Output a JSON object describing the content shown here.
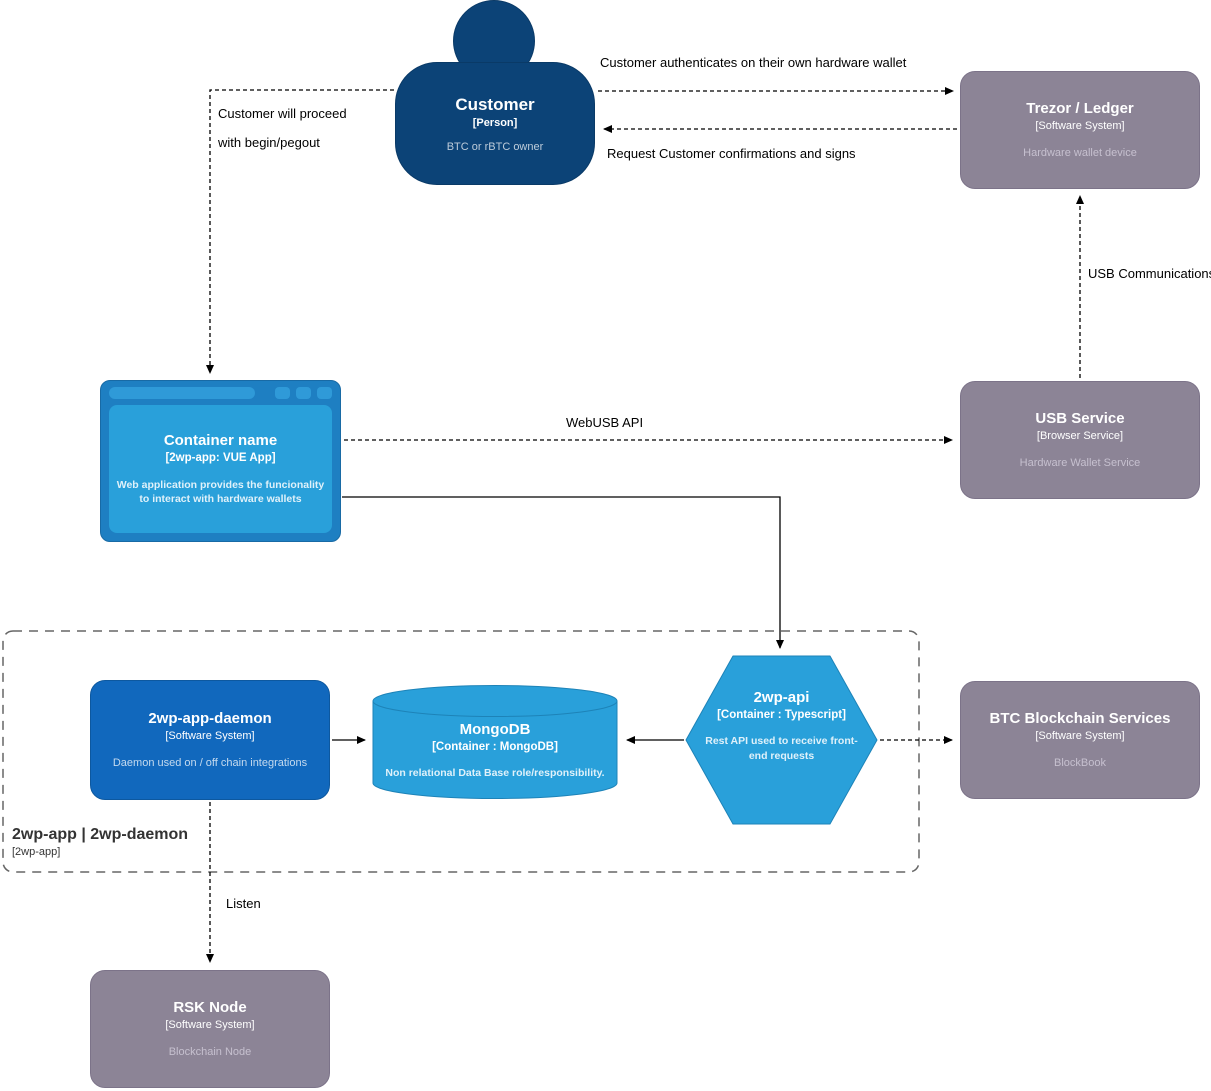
{
  "diagram": {
    "nodes": {
      "customer": {
        "name": "Customer",
        "meta": "[Person]",
        "desc": "BTC or rBTC owner"
      },
      "trezor_ledger": {
        "name": "Trezor / Ledger",
        "meta": "[Software System]",
        "desc": "Hardware wallet device"
      },
      "container_name": {
        "name": "Container name",
        "meta": "[2wp-app: VUE App]",
        "desc": "Web application provides the funcionality to interact with hardware wallets"
      },
      "usb_service": {
        "name": "USB Service",
        "meta": "[Browser Service]",
        "desc": "Hardware Wallet Service"
      },
      "daemon": {
        "name": "2wp-app-daemon",
        "meta": "[Software System]",
        "desc": "Daemon used on / off chain integrations"
      },
      "mongodb": {
        "name": "MongoDB",
        "meta": "[Container : MongoDB]",
        "desc": "Non relational Data Base role/responsibility."
      },
      "api": {
        "name": "2wp-api",
        "meta": "[Container : Typescript]",
        "desc": "Rest API used to receive front-end requests"
      },
      "btc_services": {
        "name": "BTC Blockchain Services",
        "meta": "[Software System]",
        "desc": "BlockBook"
      },
      "rsk_node": {
        "name": "RSK Node",
        "meta": "[Software System]",
        "desc": "Blockchain Node"
      }
    },
    "boundary": {
      "name": "2wp-app | 2wp-daemon",
      "meta": "[2wp-app]"
    },
    "edge_labels": {
      "authenticate": "Customer authenticates on their own hardware wallet",
      "confirmations": "Request Customer confirmations and signs",
      "proceed_line1": "Customer will proceed",
      "proceed_line2": "with begin/pegout",
      "webusb": "WebUSB API",
      "usb_comm": "USB Communications",
      "listen": "Listen"
    },
    "colors": {
      "person_navy": "#0c4377",
      "system_blue": "#1168bd",
      "container_blue": "#29a0da",
      "browser_frame": "#1e7fc2",
      "external_gray": "#8c8496",
      "boundary_stroke": "#666666"
    }
  }
}
